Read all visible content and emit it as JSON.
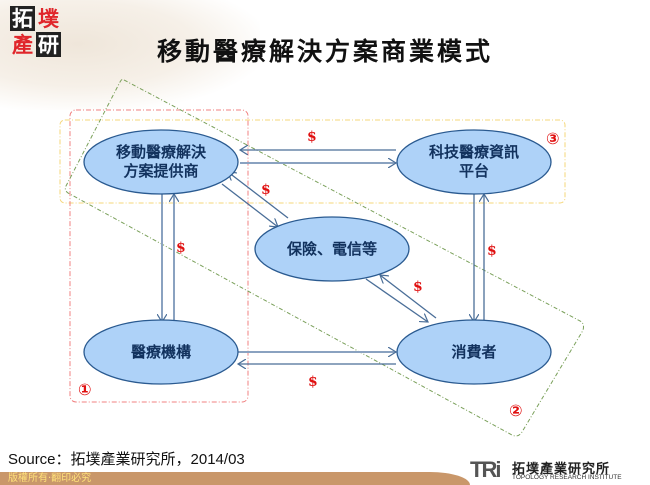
{
  "header": {
    "logo_chars": [
      "拓",
      "墣",
      "產",
      "研"
    ],
    "title": "移動醫療解決方案商業模式"
  },
  "diagram": {
    "nodes": {
      "provider": {
        "line1": "移動醫療解決",
        "line2": "方案提供商"
      },
      "platform": {
        "line1": "科技醫療資訊",
        "line2": "平台"
      },
      "insurance": {
        "label": "保險、電信等"
      },
      "hospital": {
        "label": "醫療機構"
      },
      "consumer": {
        "label": "消費者"
      }
    },
    "money_symbol": "$",
    "group_markers": {
      "group1": "①",
      "group2": "②",
      "group3": "③"
    },
    "colors": {
      "node_fill": "#aed2f8",
      "node_stroke": "#2a5a90",
      "arrow": "#4a6e98",
      "money": "#e01010",
      "group1_border": "#f08080",
      "group2_border": "#7aa05a",
      "group3_border": "#f5d77a"
    }
  },
  "footer": {
    "source": "Source：拓墣產業研究所，2014/03",
    "copyright": "版權所有‧翻印必究",
    "org_mark": "TRi",
    "org_name_cn": "拓墣產業研究所",
    "org_name_en": "TOPOLOGY RESEARCH INSTITUTE"
  }
}
